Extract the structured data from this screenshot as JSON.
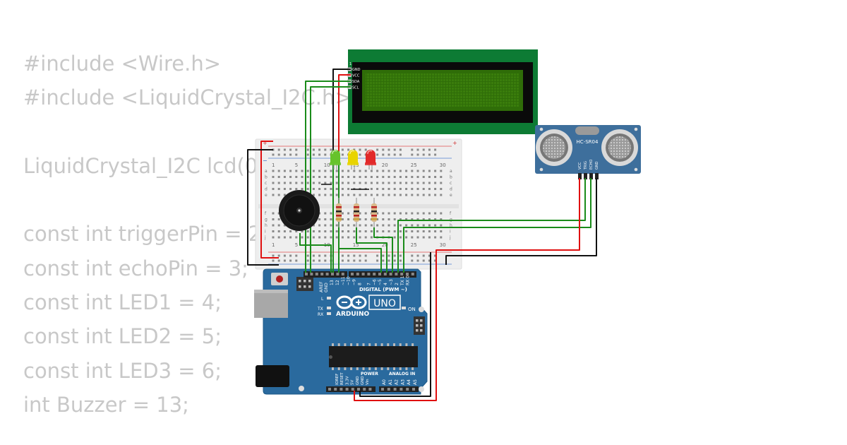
{
  "code_lines": [
    "#include <Wire.h>",
    "#include <LiquidCrystal_I2C.h>",
    "",
    "LiquidCrystal_I2C lcd(0",
    "",
    "const int triggerPin = 2",
    "const int echoPin = 3;",
    "const int LED1 = 4;",
    "const int LED2 = 5;",
    "const int LED3 = 6;",
    "int Buzzer = 13;"
  ],
  "lcd": {
    "pins": [
      "GND",
      "VCC",
      "SDA",
      "SCL"
    ],
    "pin_number": "1",
    "colors": {
      "pcb": "#0d7b34",
      "screen": "#2f6d08",
      "bezel": "#0a0a0a"
    }
  },
  "ultrasonic": {
    "model": "HC-SR04",
    "pins": [
      "VCC",
      "TRIG",
      "ECHO",
      "GND"
    ],
    "colors": {
      "board": "#3e6f9c"
    }
  },
  "breadboard": {
    "column_labels_top": [
      "1",
      "5",
      "10",
      "15",
      "20",
      "25",
      "30"
    ],
    "column_labels_bottom": [
      "1",
      "5",
      "10",
      "15",
      "20",
      "25",
      "30"
    ],
    "row_labels_upper": [
      "a",
      "b",
      "c",
      "d",
      "e"
    ],
    "row_labels_lower": [
      "f",
      "g",
      "h",
      "i",
      "j"
    ],
    "rail_plus": "+",
    "rail_minus": "−"
  },
  "leds": [
    {
      "color": "#66c32b",
      "label": "green"
    },
    {
      "color": "#e8d400",
      "label": "yellow"
    },
    {
      "color": "#e22a2a",
      "label": "red"
    }
  ],
  "arduino": {
    "brand": "ARDUINO",
    "model": "UNO",
    "on_label": "ON",
    "digital_label": "DIGITAL (PWM ~)",
    "power_label": "POWER",
    "analog_label": "ANALOG IN",
    "aref": "AREF",
    "gnd": "GND",
    "tx": "TX",
    "rx": "RX",
    "l": "L",
    "digital_pins": [
      "13",
      "12",
      "~11",
      "~10",
      "~9",
      "8",
      "7",
      "~6",
      "~5",
      "4",
      "~3",
      "2",
      "TX 1",
      "RX 0"
    ],
    "power_pins": [
      "IOREF",
      "RESET",
      "3.3V",
      "5V",
      "GND",
      "GND",
      "Vin"
    ],
    "analog_pins": [
      "A0",
      "A1",
      "A2",
      "A3",
      "A4",
      "A5"
    ],
    "colors": {
      "board": "#2a6a9e"
    }
  },
  "wire_colors": {
    "green": "#1a8b1a",
    "red": "#e01010",
    "black": "#111111"
  }
}
